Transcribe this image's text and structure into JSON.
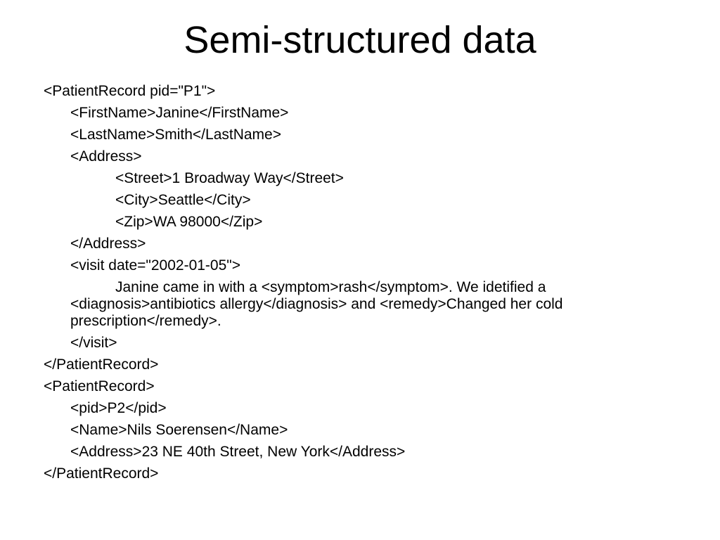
{
  "slide": {
    "title": "Semi-structured data",
    "lines": [
      "<PatientRecord pid=\"P1\">",
      "<FirstName>Janine</FirstName>",
      "<LastName>Smith</LastName>",
      "<Address>",
      "<Street>1 Broadway Way</Street>",
      "<City>Seattle</City>",
      "<Zip>WA 98000</Zip>",
      "</Address>",
      "<visit date=\"2002-01-05\">",
      "Janine came in with a <symptom>rash</symptom>. We idetified a <diagnosis>antibiotics allergy</diagnosis> and <remedy>Changed her cold prescription</remedy>.",
      "</visit>",
      "</PatientRecord>",
      "<PatientRecord>",
      "<pid>P2</pid>",
      "<Name>Nils Soerensen</Name>",
      "<Address>23 NE 40th Street, New York</Address>",
      "</PatientRecord>"
    ]
  }
}
